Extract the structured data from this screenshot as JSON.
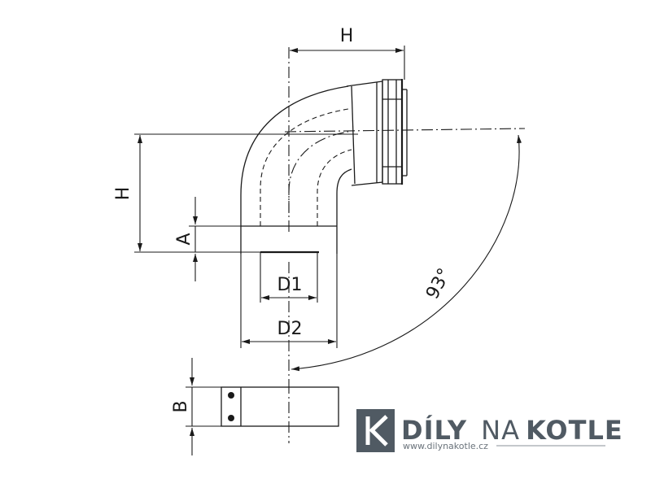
{
  "labels": {
    "h_top": "H",
    "h_left": "H",
    "a": "A",
    "d1": "D1",
    "d2": "D2",
    "angle": "93°",
    "b": "B"
  },
  "logo": {
    "word1": "DÍLY",
    "word2": "NA",
    "word3": "KOTLE",
    "url": "www.dilynakotle.cz",
    "mark_color": "#505a63"
  }
}
